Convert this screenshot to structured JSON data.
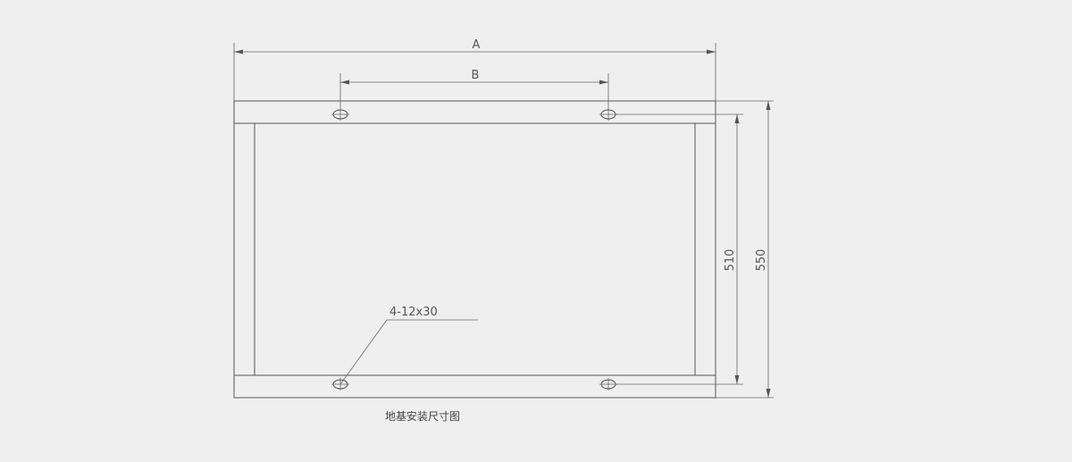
{
  "dimensions": {
    "overall_width": "A",
    "hole_spacing": "B",
    "hole_pitch_vertical": "510",
    "overall_depth": "550"
  },
  "hole_callout": "4-12x30",
  "caption": "地基安装尺寸图"
}
